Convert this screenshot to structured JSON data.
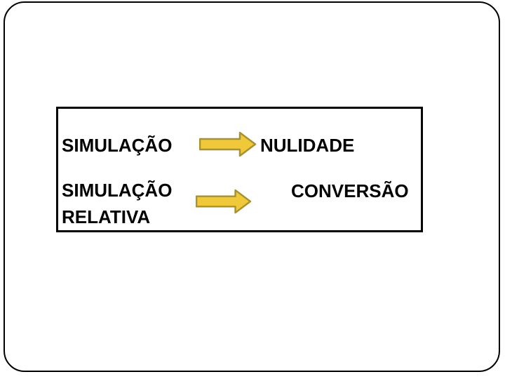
{
  "slide": {
    "background_color": "#ffffff",
    "border_color": "#000000"
  },
  "diagram": {
    "box_border_color": "#000000",
    "arrow": {
      "direction": "right",
      "fill": "#EFC93A",
      "outline": "#A8912E"
    },
    "rows": [
      {
        "left": "SIMULAÇÃO",
        "right": "NULIDADE"
      },
      {
        "left": "SIMULAÇÃO\nRELATIVA",
        "right": "CONVERSÃO"
      }
    ]
  }
}
